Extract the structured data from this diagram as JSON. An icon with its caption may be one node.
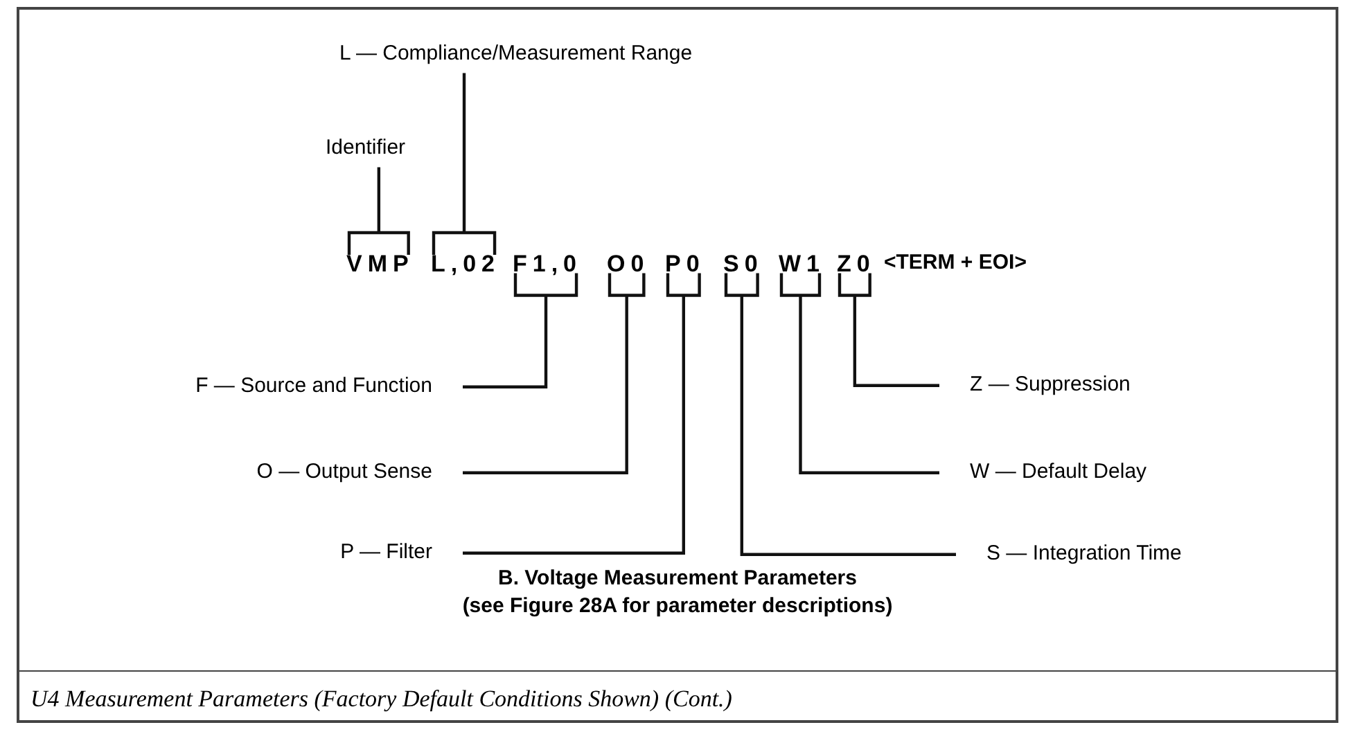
{
  "diagram": {
    "caption": "U4 Measurement Parameters (Factory Default Conditions Shown) (Cont.)",
    "nodes": [
      {
        "text": [
          "L — Compliance/Measurement Range"
        ]
      },
      {
        "text": [
          "Identifier"
        ]
      },
      {
        "text": [
          "VMP"
        ]
      },
      {
        "text": [
          "L,02"
        ]
      },
      {
        "text": [
          "F1,0"
        ]
      },
      {
        "text": [
          "O0"
        ]
      },
      {
        "text": [
          "P0"
        ]
      },
      {
        "text": [
          "S0"
        ]
      },
      {
        "text": [
          "W1"
        ]
      },
      {
        "text": [
          "Z0"
        ]
      },
      {
        "text": [
          "<TERM + EOI>"
        ]
      },
      {
        "text": [
          "F — Source and Function"
        ]
      },
      {
        "text": [
          "Z — Suppression"
        ]
      },
      {
        "text": [
          "O — Output Sense"
        ]
      },
      {
        "text": [
          "W — Default Delay"
        ]
      },
      {
        "text": [
          "P — Filter"
        ]
      },
      {
        "text": [
          "S — Integration Time"
        ]
      }
    ],
    "edges": [
      {
        "from": 1,
        "to": 2,
        "arrow": "none"
      },
      {
        "from": 0,
        "to": 3,
        "arrow": "none"
      },
      {
        "from": 11,
        "to": 4,
        "arrow": "none"
      },
      {
        "from": 13,
        "to": 5,
        "arrow": "none"
      },
      {
        "from": 15,
        "to": 6,
        "arrow": "none"
      },
      {
        "from": 16,
        "to": 7,
        "arrow": "none"
      },
      {
        "from": 14,
        "to": 8,
        "arrow": "none"
      },
      {
        "from": 12,
        "to": 9,
        "arrow": "none"
      }
    ],
    "labels": [
      "B. Voltage Measurement Parameters",
      "(see Figure 28A for parameter descriptions)"
    ]
  }
}
